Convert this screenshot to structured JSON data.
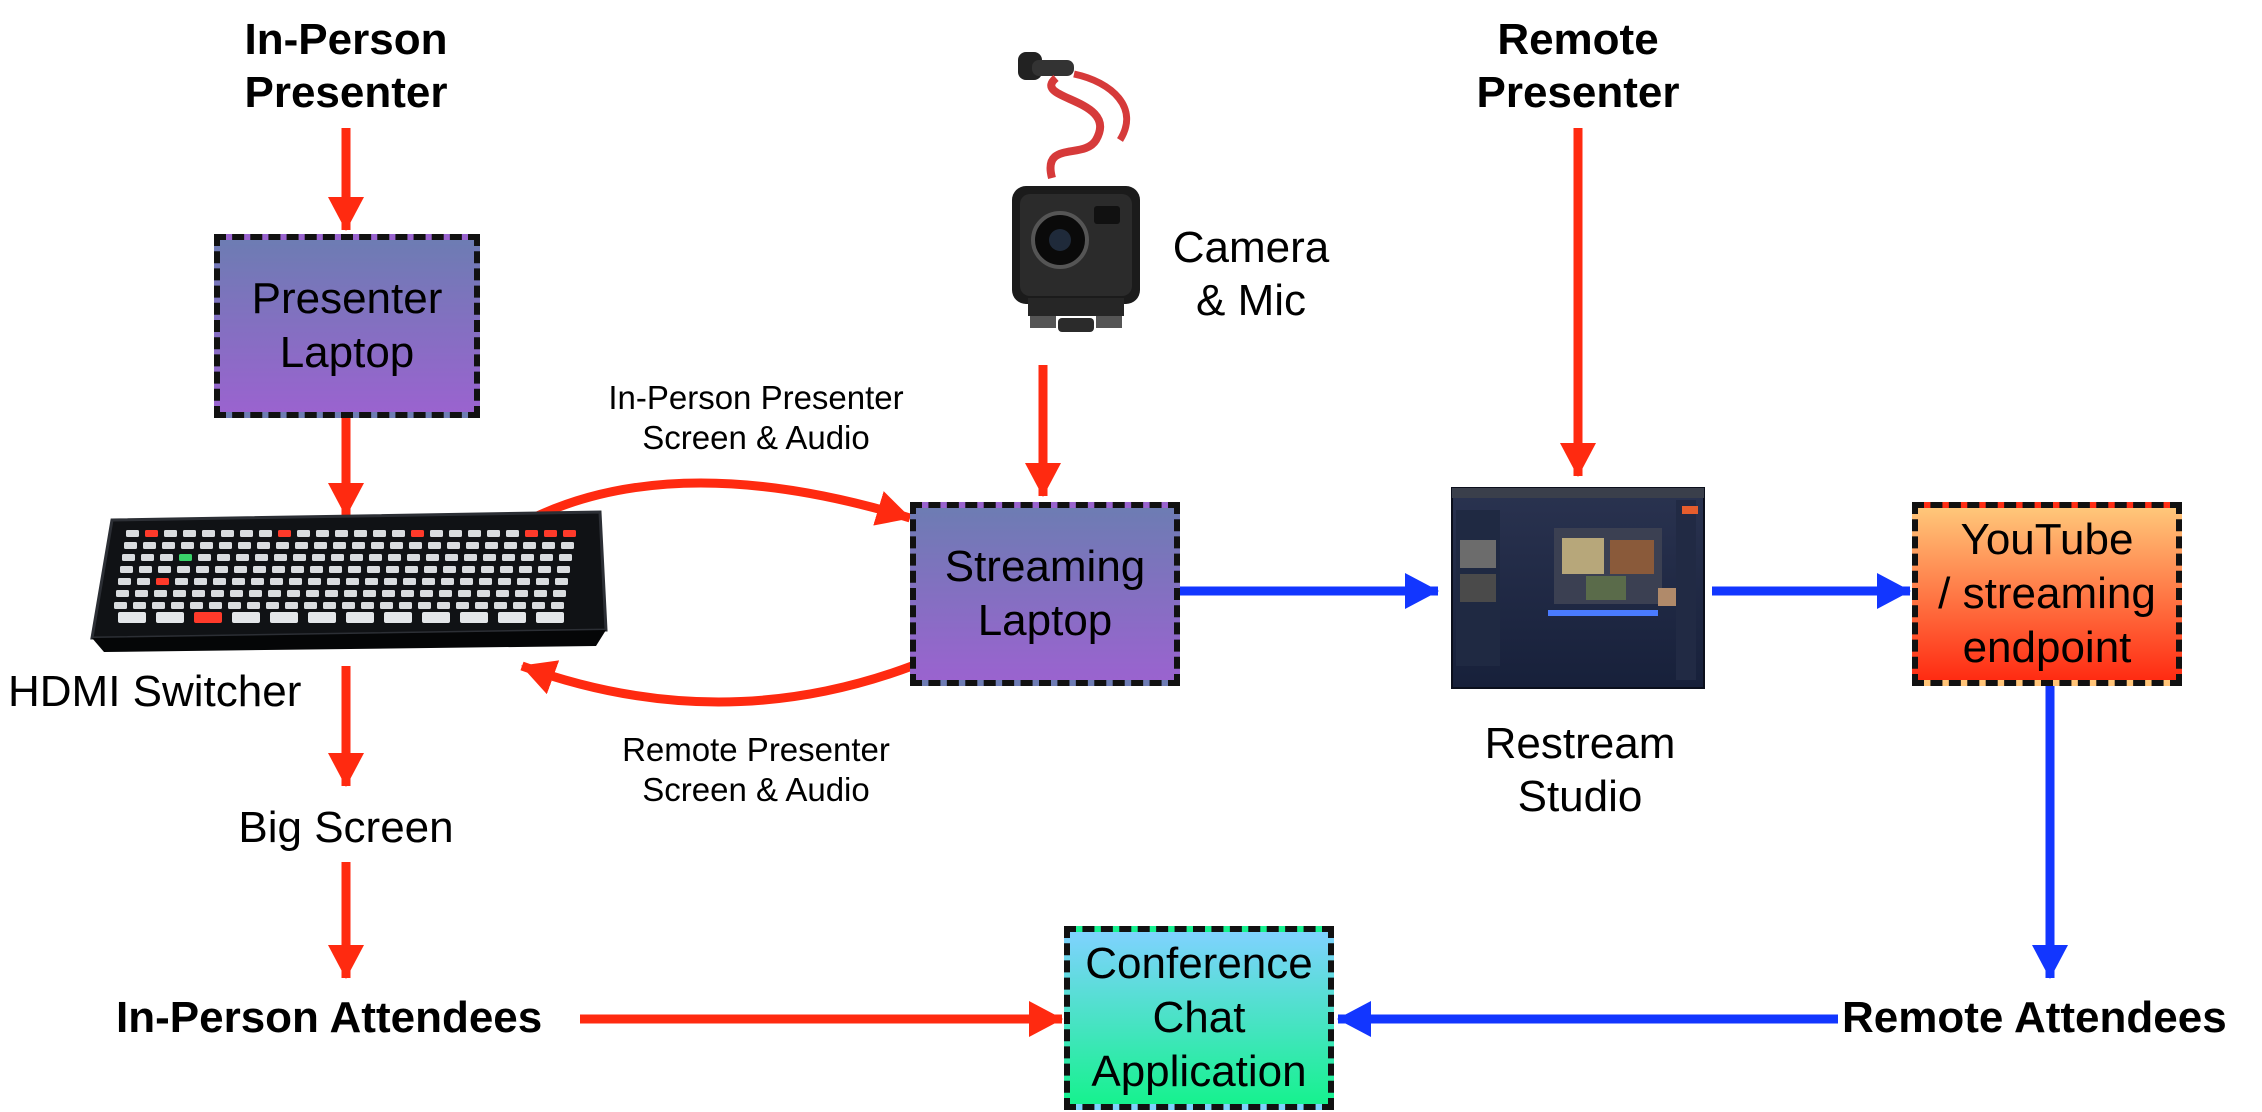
{
  "colors": {
    "red_arrow": "#ff2a10",
    "blue_arrow": "#1236ff",
    "box_border": "#111111",
    "laptop_gradient": [
      "#6d7cb3",
      "#9a63cf"
    ],
    "youtube_gradient": [
      "#ffc77a",
      "#ff2b12"
    ],
    "chat_gradient": [
      "#7fd2ff",
      "#16f28e"
    ]
  },
  "labels": {
    "in_person_presenter": "In-Person\nPresenter",
    "remote_presenter": "Remote\nPresenter",
    "camera_mic": "Camera\n& Mic",
    "hdmi_switcher": "HDMI Switcher",
    "big_screen": "Big Screen",
    "in_person_attendees": "In-Person Attendees",
    "remote_attendees": "Remote Attendees",
    "restream_studio": "Restream\nStudio",
    "in_person_screen_audio": "In-Person Presenter\nScreen & Audio",
    "remote_screen_audio": "Remote Presenter\nScreen & Audio"
  },
  "boxes": {
    "presenter_laptop": "Presenter\nLaptop",
    "streaming_laptop": "Streaming\nLaptop",
    "youtube_endpoint": "YouTube\n/ streaming\nendpoint",
    "chat_app": "Conference\nChat\nApplication"
  },
  "icons": {
    "camera": "camera-mic-icon",
    "switcher": "hdmi-switcher-icon",
    "studio": "restream-studio-screenshot"
  }
}
